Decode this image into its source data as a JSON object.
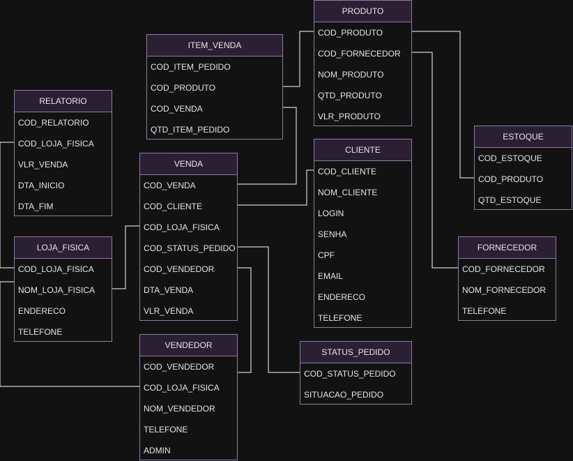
{
  "colors": {
    "background": "#121212",
    "header": "#2b1f34",
    "border": "#8e7ba3",
    "text": "#e6e6e6",
    "connector": "#ffffff"
  },
  "entities": {
    "produto": {
      "title": "PRODUTO",
      "fields": [
        "COD_PRODUTO",
        "COD_FORNECEDOR",
        "NOM_PRODUTO",
        "QTD_PRODUTO",
        "VLR_PRODUTO"
      ]
    },
    "item_venda": {
      "title": "ITEM_VENDA",
      "fields": [
        "COD_ITEM_PEDIDO",
        "COD_PRODUTO",
        "COD_VENDA",
        "QTD_ITEM_PEDIDO"
      ]
    },
    "relatorio": {
      "title": "RELATORIO",
      "fields": [
        "COD_RELATORIO",
        "COD_LOJA_FISICA",
        "VLR_VENDA",
        "DTA_INICIO",
        "DTA_FIM"
      ]
    },
    "estoque": {
      "title": "ESTOQUE",
      "fields": [
        "COD_ESTOQUE",
        "COD_PRODUTO",
        "QTD_ESTOQUE"
      ]
    },
    "cliente": {
      "title": "CLIENTE",
      "fields": [
        "COD_CLIENTE",
        "NOM_CLIENTE",
        "LOGIN",
        "SENHA",
        "CPF",
        "EMAIL",
        "ENDERECO",
        "TELEFONE"
      ]
    },
    "venda": {
      "title": "VENDA",
      "fields": [
        "COD_VENDA",
        "COD_CLIENTE",
        "COD_LOJA_FISICA",
        "COD_STATUS_PEDIDO",
        "COD_VENDEDOR",
        "DTA_VENDA",
        "VLR_VENDA"
      ]
    },
    "loja_fisica": {
      "title": "LOJA_FISICA",
      "fields": [
        "COD_LOJA_FISICA",
        "NOM_LOJA_FISICA",
        "ENDERECO",
        "TELEFONE"
      ]
    },
    "fornecedor": {
      "title": "FORNECEDOR",
      "fields": [
        "COD_FORNECEDOR",
        "NOM_FORNECEDOR",
        "TELEFONE"
      ]
    },
    "status_pedido": {
      "title": "STATUS_PEDIDO",
      "fields": [
        "COD_STATUS_PEDIDO",
        "SITUACAO_PEDIDO"
      ]
    },
    "vendedor": {
      "title": "VENDEDOR",
      "fields": [
        "COD_VENDEDOR",
        "COD_LOJA_FISICA",
        "NOM_VENDEDOR",
        "TELEFONE",
        "ADMIN"
      ]
    }
  }
}
